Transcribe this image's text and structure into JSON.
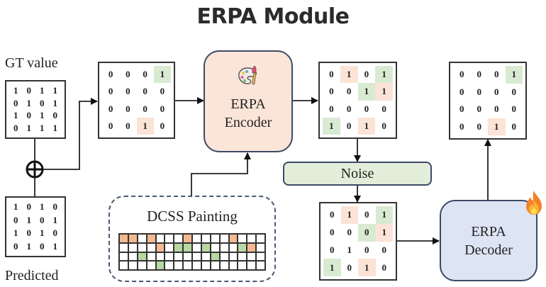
{
  "title": "ERPA Module",
  "labels": {
    "gt": "GT value",
    "predicted": "Predicted"
  },
  "colors": {
    "green_highlight": "#d9ead3",
    "orange_highlight": "#fbe3d6",
    "encoder_fill": "#fbe5d8",
    "decoder_fill": "#dde4f3",
    "noise_fill": "#e2eed9",
    "dcss_orange": "#f5b891",
    "dcss_green": "#b7d7a3"
  },
  "matrices": {
    "gt": {
      "values": [
        [
          1,
          0,
          1,
          1
        ],
        [
          0,
          1,
          0,
          1
        ],
        [
          1,
          0,
          1,
          0
        ],
        [
          0,
          1,
          1,
          1
        ]
      ],
      "highlights": [
        [
          "",
          "",
          "",
          ""
        ],
        [
          "",
          "",
          "",
          ""
        ],
        [
          "",
          "",
          "",
          ""
        ],
        [
          "",
          "",
          "",
          ""
        ]
      ]
    },
    "predicted": {
      "values": [
        [
          1,
          0,
          1,
          0
        ],
        [
          0,
          1,
          0,
          1
        ],
        [
          1,
          0,
          1,
          0
        ],
        [
          0,
          1,
          0,
          1
        ]
      ],
      "highlights": [
        [
          "",
          "",
          "",
          ""
        ],
        [
          "",
          "",
          "",
          ""
        ],
        [
          "",
          "",
          "",
          ""
        ],
        [
          "",
          "",
          "",
          ""
        ]
      ]
    },
    "xor": {
      "values": [
        [
          0,
          0,
          0,
          1
        ],
        [
          0,
          0,
          0,
          0
        ],
        [
          0,
          0,
          0,
          0
        ],
        [
          0,
          0,
          1,
          0
        ]
      ],
      "highlights": [
        [
          "",
          "",
          "",
          "green"
        ],
        [
          "",
          "",
          "",
          ""
        ],
        [
          "",
          "",
          "",
          ""
        ],
        [
          "",
          "",
          "orange",
          ""
        ]
      ]
    },
    "encoded": {
      "values": [
        [
          0,
          1,
          0,
          1
        ],
        [
          0,
          0,
          1,
          1
        ],
        [
          0,
          0,
          0,
          0
        ],
        [
          1,
          0,
          1,
          0
        ]
      ],
      "highlights": [
        [
          "",
          "orange",
          "",
          "green"
        ],
        [
          "",
          "",
          "green",
          "orange"
        ],
        [
          "",
          "",
          "",
          ""
        ],
        [
          "green",
          "",
          "orange",
          ""
        ]
      ]
    },
    "noisy": {
      "values": [
        [
          0,
          1,
          0,
          1
        ],
        [
          0,
          0,
          0,
          1
        ],
        [
          0,
          1,
          0,
          0
        ],
        [
          1,
          0,
          1,
          0
        ]
      ],
      "highlights": [
        [
          "",
          "orange",
          "",
          "green"
        ],
        [
          "",
          "",
          "green",
          "orange"
        ],
        [
          "",
          "",
          "",
          ""
        ],
        [
          "green",
          "",
          "orange",
          ""
        ]
      ]
    },
    "decoded": {
      "values": [
        [
          0,
          0,
          0,
          1
        ],
        [
          0,
          0,
          0,
          0
        ],
        [
          0,
          0,
          0,
          0
        ],
        [
          0,
          0,
          1,
          0
        ]
      ],
      "highlights": [
        [
          "",
          "",
          "",
          "green"
        ],
        [
          "",
          "",
          "",
          ""
        ],
        [
          "",
          "",
          "",
          ""
        ],
        [
          "",
          "",
          "orange",
          ""
        ]
      ]
    }
  },
  "xor_symbol": "⊕",
  "encoder": {
    "line1": "ERPA",
    "line2": "Encoder",
    "icon": "palette-icon"
  },
  "decoder": {
    "line1": "ERPA",
    "line2": "Decoder",
    "icon": "fire-icon"
  },
  "noise": {
    "label": "Noise"
  },
  "dcss": {
    "label": "DCSS Painting",
    "grid": [
      "OOWOWWWOWWWWOWWW",
      "WWWWOWGGWGWWWGOW",
      "WWGWWWWWWWGWWWWW",
      "WWWWGWWWWWWWWWWW"
    ]
  }
}
